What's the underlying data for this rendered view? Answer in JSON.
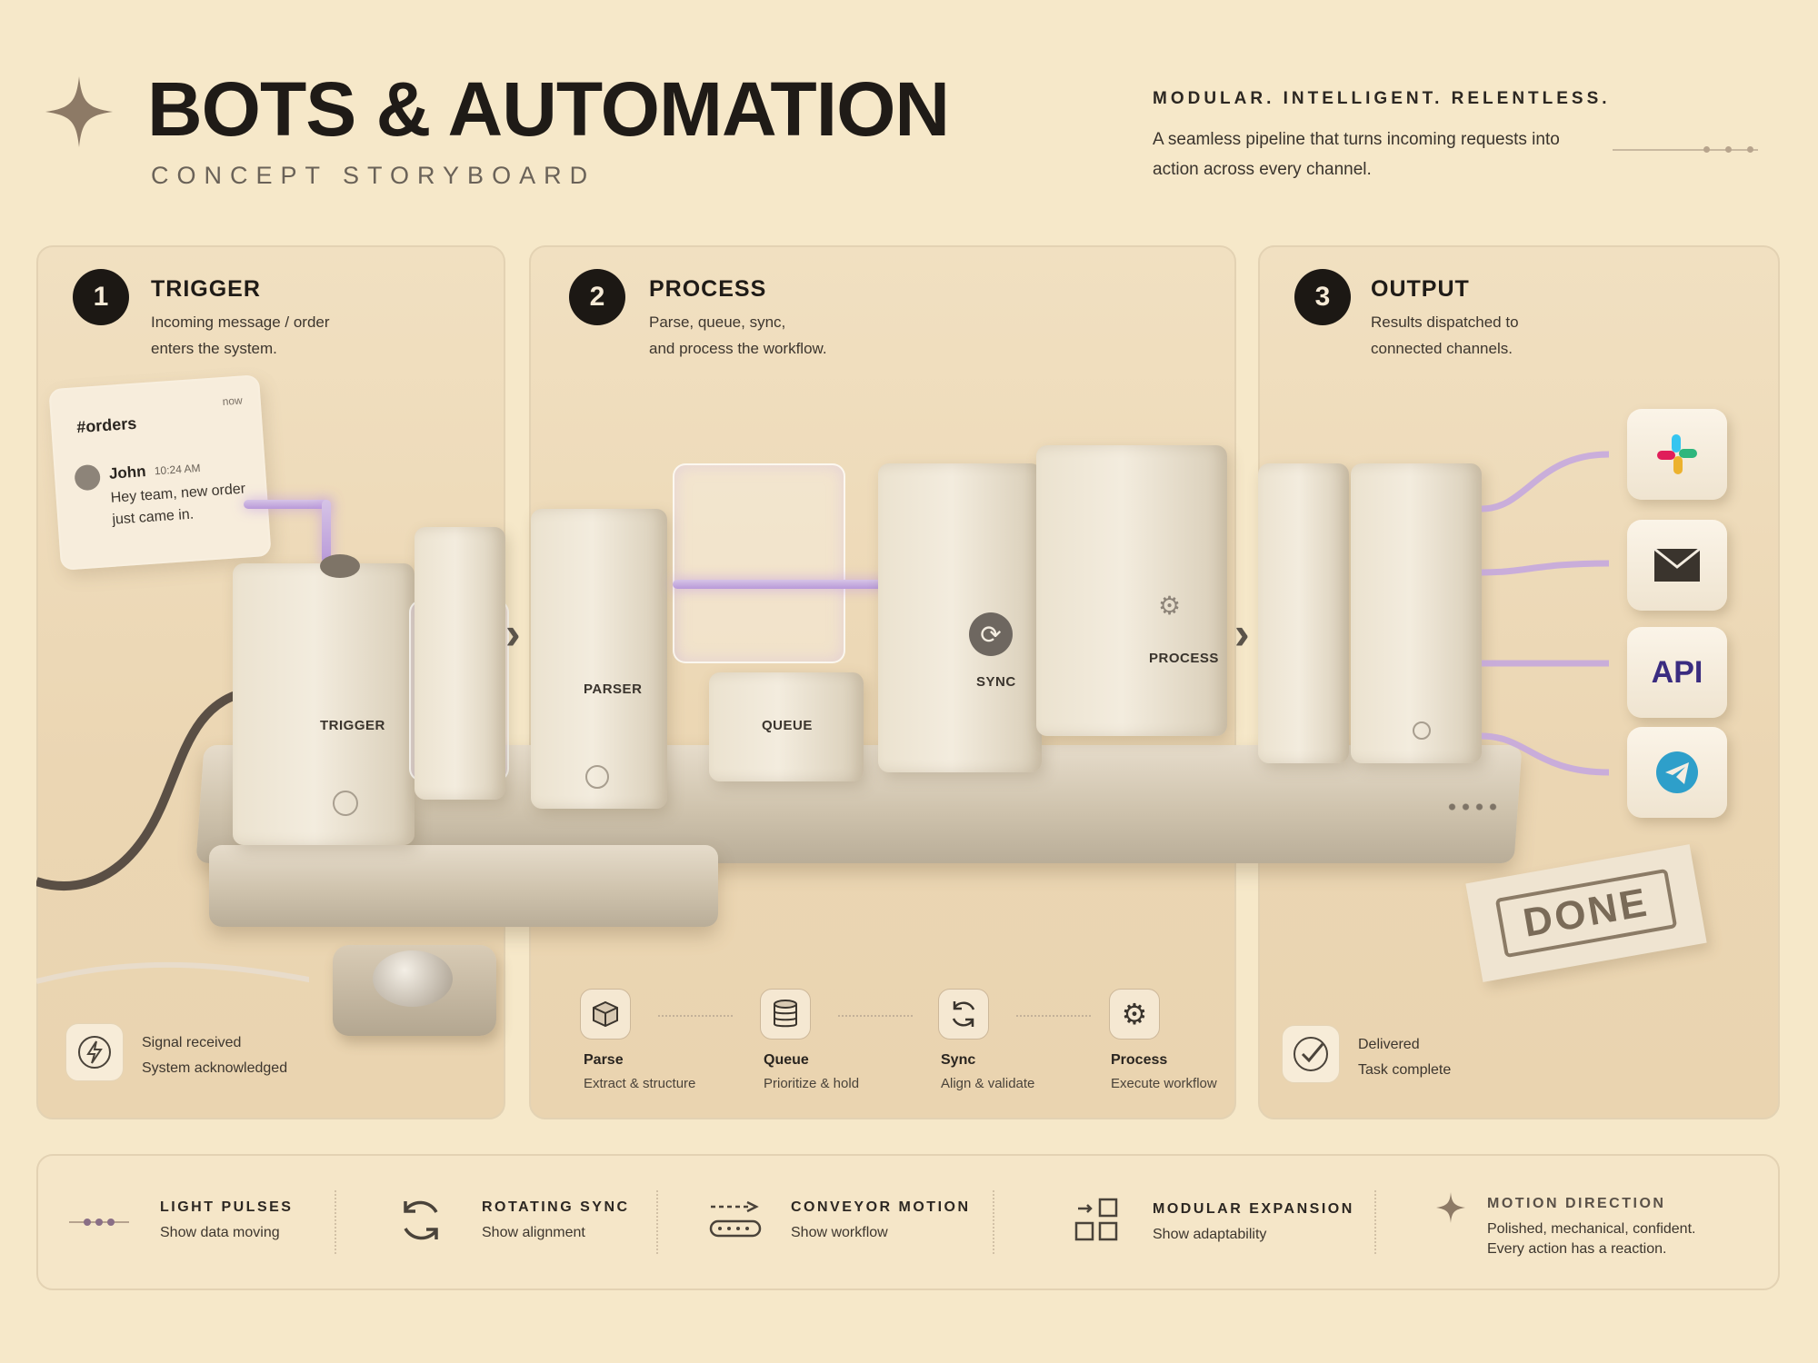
{
  "header": {
    "title": "BOTS & AUTOMATION",
    "subtitle": "CONCEPT STORYBOARD",
    "tagline_head": "MODULAR. INTELLIGENT. RELENTLESS.",
    "tagline_body": "A seamless pipeline that turns incoming requests into action across every channel."
  },
  "steps": [
    {
      "number": "1",
      "title": "TRIGGER",
      "desc_line1": "Incoming message / order",
      "desc_line2": "enters the system.",
      "footer_line1": "Signal received",
      "footer_line2": "System acknowledged",
      "footer_icon": "lightning-icon"
    },
    {
      "number": "2",
      "title": "PROCESS",
      "desc_line1": "Parse, queue, sync,",
      "desc_line2": "and process the workflow."
    },
    {
      "number": "3",
      "title": "OUTPUT",
      "desc_line1": "Results dispatched to",
      "desc_line2": "connected channels.",
      "footer_line1": "Delivered",
      "footer_line2": "Task complete",
      "footer_icon": "check-icon"
    }
  ],
  "process_steps": [
    {
      "label": "Parse",
      "sub": "Extract & structure",
      "icon": "box-icon"
    },
    {
      "label": "Queue",
      "sub": "Prioritize & hold",
      "icon": "database-icon"
    },
    {
      "label": "Sync",
      "sub": "Align & validate",
      "icon": "sync-icon"
    },
    {
      "label": "Process",
      "sub": "Execute workflow",
      "icon": "gear-icon"
    }
  ],
  "chat": {
    "channel": "#orders",
    "time_badge": "now",
    "user": "John",
    "timestamp": "10:24 AM",
    "message_line1": "Hey team, new order",
    "message_line2": "just came in."
  },
  "machines": {
    "trigger": "TRIGGER",
    "parser": "PARSER",
    "queue": "QUEUE",
    "sync": "SYNC",
    "process": "PROCESS"
  },
  "channels": [
    {
      "name": "slack-icon"
    },
    {
      "name": "mail-icon"
    },
    {
      "name": "api-icon",
      "text": "API"
    },
    {
      "name": "telegram-icon"
    }
  ],
  "done_stamp": "DONE",
  "legend": [
    {
      "head": "LIGHT PULSES",
      "sub": "Show data moving",
      "icon": "light-pulse-icon"
    },
    {
      "head": "ROTATING SYNC",
      "sub": "Show alignment",
      "icon": "rotating-sync-icon"
    },
    {
      "head": "CONVEYOR MOTION",
      "sub": "Show workflow",
      "icon": "conveyor-icon"
    },
    {
      "head": "MODULAR EXPANSION",
      "sub": "Show adaptability",
      "icon": "modular-icon"
    },
    {
      "head": "MOTION DIRECTION",
      "sub_line1": "Polished, mechanical, confident.",
      "sub_line2": "Every action has a reaction.",
      "icon": "sparkle-icon"
    }
  ],
  "colors": {
    "background": "#f6e8c9",
    "ink": "#1f1b17",
    "accent_glow": "#b99ad9"
  }
}
